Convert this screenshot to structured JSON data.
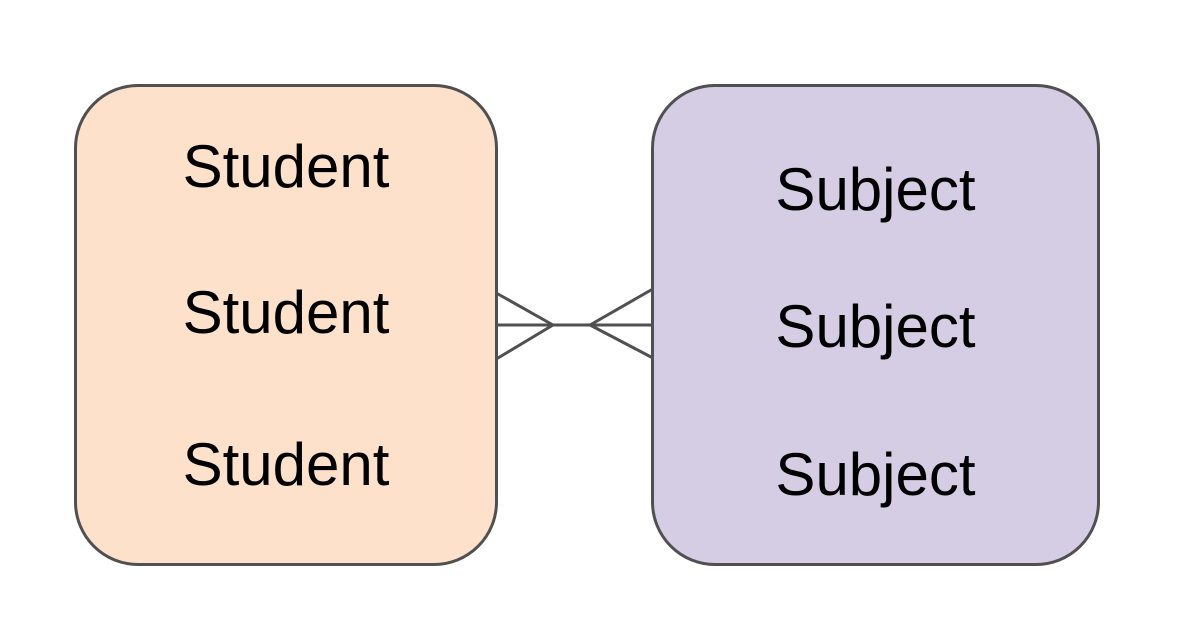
{
  "diagram": {
    "left_entity": {
      "labels": [
        "Student",
        "Student",
        "Student"
      ],
      "fill_color": "#fde1cb"
    },
    "right_entity": {
      "labels": [
        "Subject",
        "Subject",
        "Subject"
      ],
      "fill_color": "#d4cde4"
    },
    "relationship": {
      "type": "many-to-many",
      "notation": "crow's foot",
      "line_color": "#505050"
    }
  }
}
